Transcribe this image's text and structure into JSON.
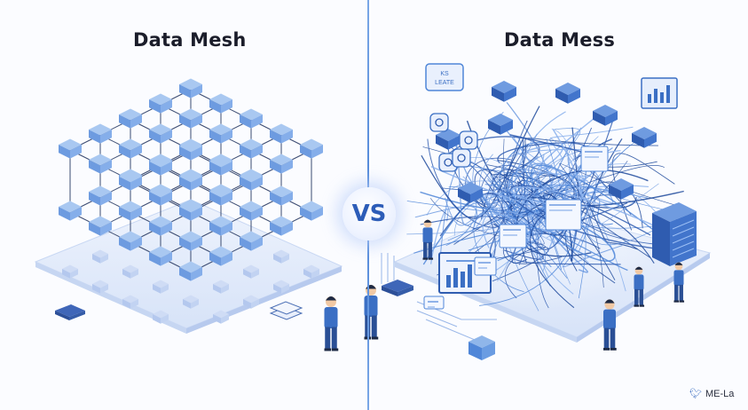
{
  "left_panel": {
    "title": "Data Mesh"
  },
  "right_panel": {
    "title": "Data Mess"
  },
  "center_badge": {
    "label": "VS"
  },
  "small_sign": {
    "text": "KS LEATE"
  },
  "credit": {
    "icon": "twitter-bird-icon",
    "text": "ME-La"
  },
  "colors": {
    "accent": "#4f86d8",
    "node": "#8fb6ea",
    "node_dark": "#3b6fc4",
    "platform": "#e4ecfb",
    "person": "#2f5faf"
  }
}
